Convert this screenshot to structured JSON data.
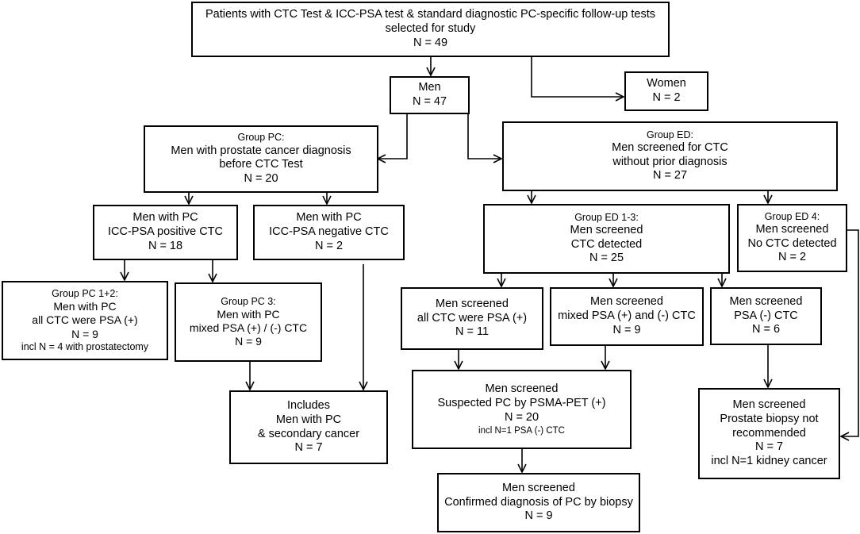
{
  "nodes": {
    "study": {
      "lines": [
        "Patients with CTC Test & ICC-PSA test & standard diagnostic PC-specific follow-up tests",
        "selected for study",
        "N = 49"
      ]
    },
    "women": {
      "lines": [
        "Women",
        "N = 2"
      ]
    },
    "men": {
      "lines": [
        "Men",
        "N = 47"
      ]
    },
    "group_pc": {
      "title": "Group PC:",
      "lines": [
        "Men with prostate cancer diagnosis",
        "before CTC Test",
        "N = 20"
      ]
    },
    "group_ed": {
      "title": "Group ED:",
      "lines": [
        "Men screened for CTC",
        "without prior diagnosis",
        "N = 27"
      ]
    },
    "pc_pos": {
      "lines": [
        "Men with PC",
        "ICC-PSA positive CTC",
        "N = 18"
      ]
    },
    "pc_neg": {
      "lines": [
        "Men with PC",
        "ICC-PSA negative CTC",
        "N = 2"
      ]
    },
    "ed13": {
      "title": "Group ED 1-3:",
      "lines": [
        "Men screened",
        "CTC detected",
        "N = 25"
      ]
    },
    "ed4": {
      "title": "Group ED 4:",
      "lines": [
        "Men screened",
        "No CTC detected",
        "N = 2"
      ]
    },
    "pc12": {
      "title": "Group PC 1+2:",
      "lines": [
        "Men with PC",
        "all CTC were PSA (+)",
        "N = 9"
      ],
      "note": "incl N = 4 with prostatectomy"
    },
    "pc3": {
      "title": "Group PC 3:",
      "lines": [
        "Men with PC",
        "mixed PSA (+) / (-) CTC",
        "N = 9"
      ]
    },
    "ed_allpos": {
      "lines": [
        "Men screened",
        "all CTC were PSA (+)",
        "N = 11"
      ]
    },
    "ed_mixed": {
      "lines": [
        "Men screened",
        "mixed PSA (+) and (-) CTC",
        "N = 9"
      ]
    },
    "ed_neg": {
      "lines": [
        "Men screened",
        "PSA (-) CTC",
        "N = 6"
      ]
    },
    "includes": {
      "lines": [
        "Includes",
        "Men with PC",
        "& secondary cancer",
        "N = 7"
      ]
    },
    "psma": {
      "lines": [
        "Men screened",
        "Suspected PC by PSMA-PET (+)",
        "N = 20"
      ],
      "note": "incl N=1 PSA (-) CTC"
    },
    "biopsy_no": {
      "lines": [
        "Men screened",
        "Prostate biopsy not",
        "recommended",
        "N = 7"
      ],
      "note": "incl N=1 kidney cancer"
    },
    "confirmed": {
      "lines": [
        "Men screened",
        "Confirmed diagnosis of PC by biopsy",
        "N = 9"
      ]
    }
  }
}
